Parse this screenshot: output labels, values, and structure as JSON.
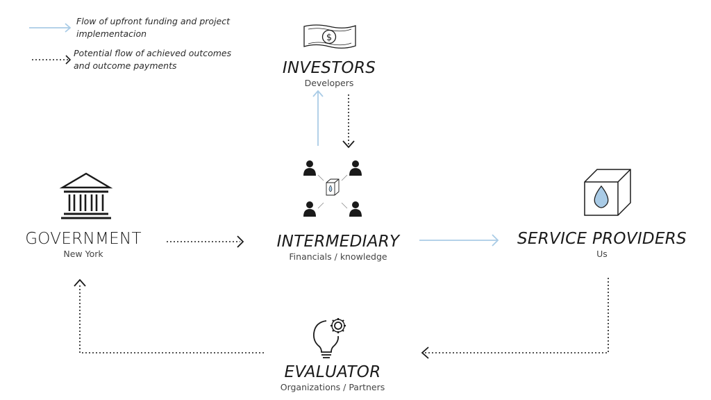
{
  "legend": {
    "funding_flow": "Flow of upfront funding and project implementacion",
    "outcome_flow": "Potential flow of achieved outcomes and outcome payments"
  },
  "nodes": {
    "investors": {
      "title": "INVESTORS",
      "subtitle": "Developers",
      "icon": "dollar-banknote-icon"
    },
    "government": {
      "title": "GOVERNMENT",
      "subtitle": "New York",
      "icon": "government-building-icon"
    },
    "intermediary": {
      "title": "INTERMEDIARY",
      "subtitle": "Financials / knowledge",
      "icon": "network-people-icon"
    },
    "service_providers": {
      "title": "SERVICE PROVIDERS",
      "subtitle": "Us",
      "icon": "water-drop-cube-icon"
    },
    "evaluator": {
      "title": "EVALUATOR",
      "subtitle": "Organizations / Partners",
      "icon": "lightbulb-gear-icon"
    }
  },
  "colors": {
    "funding_arrow": "#a9cbe6",
    "outcome_arrow": "#1a1a1a",
    "drop_fill": "#a9cbe6",
    "text": "#1a1a1a"
  }
}
